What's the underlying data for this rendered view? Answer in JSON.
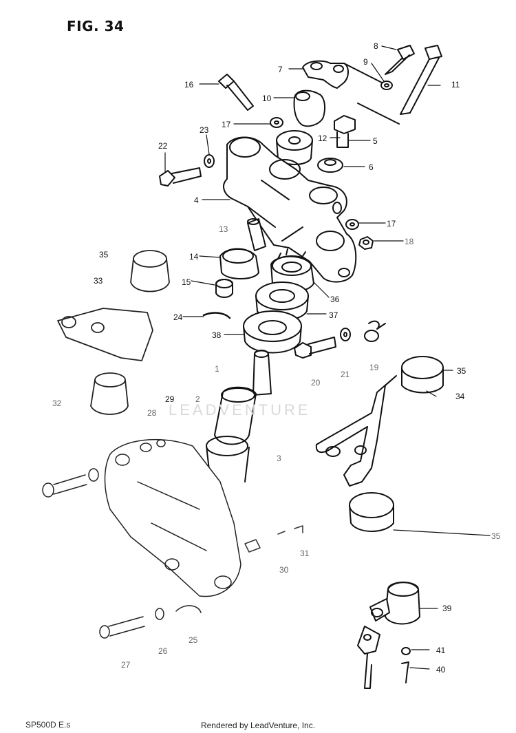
{
  "figure": {
    "title": "FIG. 34",
    "model_code": "SP500D E.s",
    "footer": "Rendered by LeadVenture, Inc.",
    "watermark": "LEADVENTURE"
  },
  "callouts": [
    "8",
    "9",
    "7",
    "16",
    "11",
    "10",
    "17",
    "12",
    "5",
    "23",
    "22",
    "6",
    "4",
    "17",
    "13",
    "18",
    "35",
    "14",
    "33",
    "15",
    "36",
    "24",
    "37",
    "38",
    "19",
    "20",
    "21",
    "35",
    "1",
    "34",
    "29",
    "2",
    "28",
    "3",
    "39",
    "41",
    "40",
    "35",
    "30",
    "31",
    "25",
    "26",
    "27",
    "32"
  ]
}
